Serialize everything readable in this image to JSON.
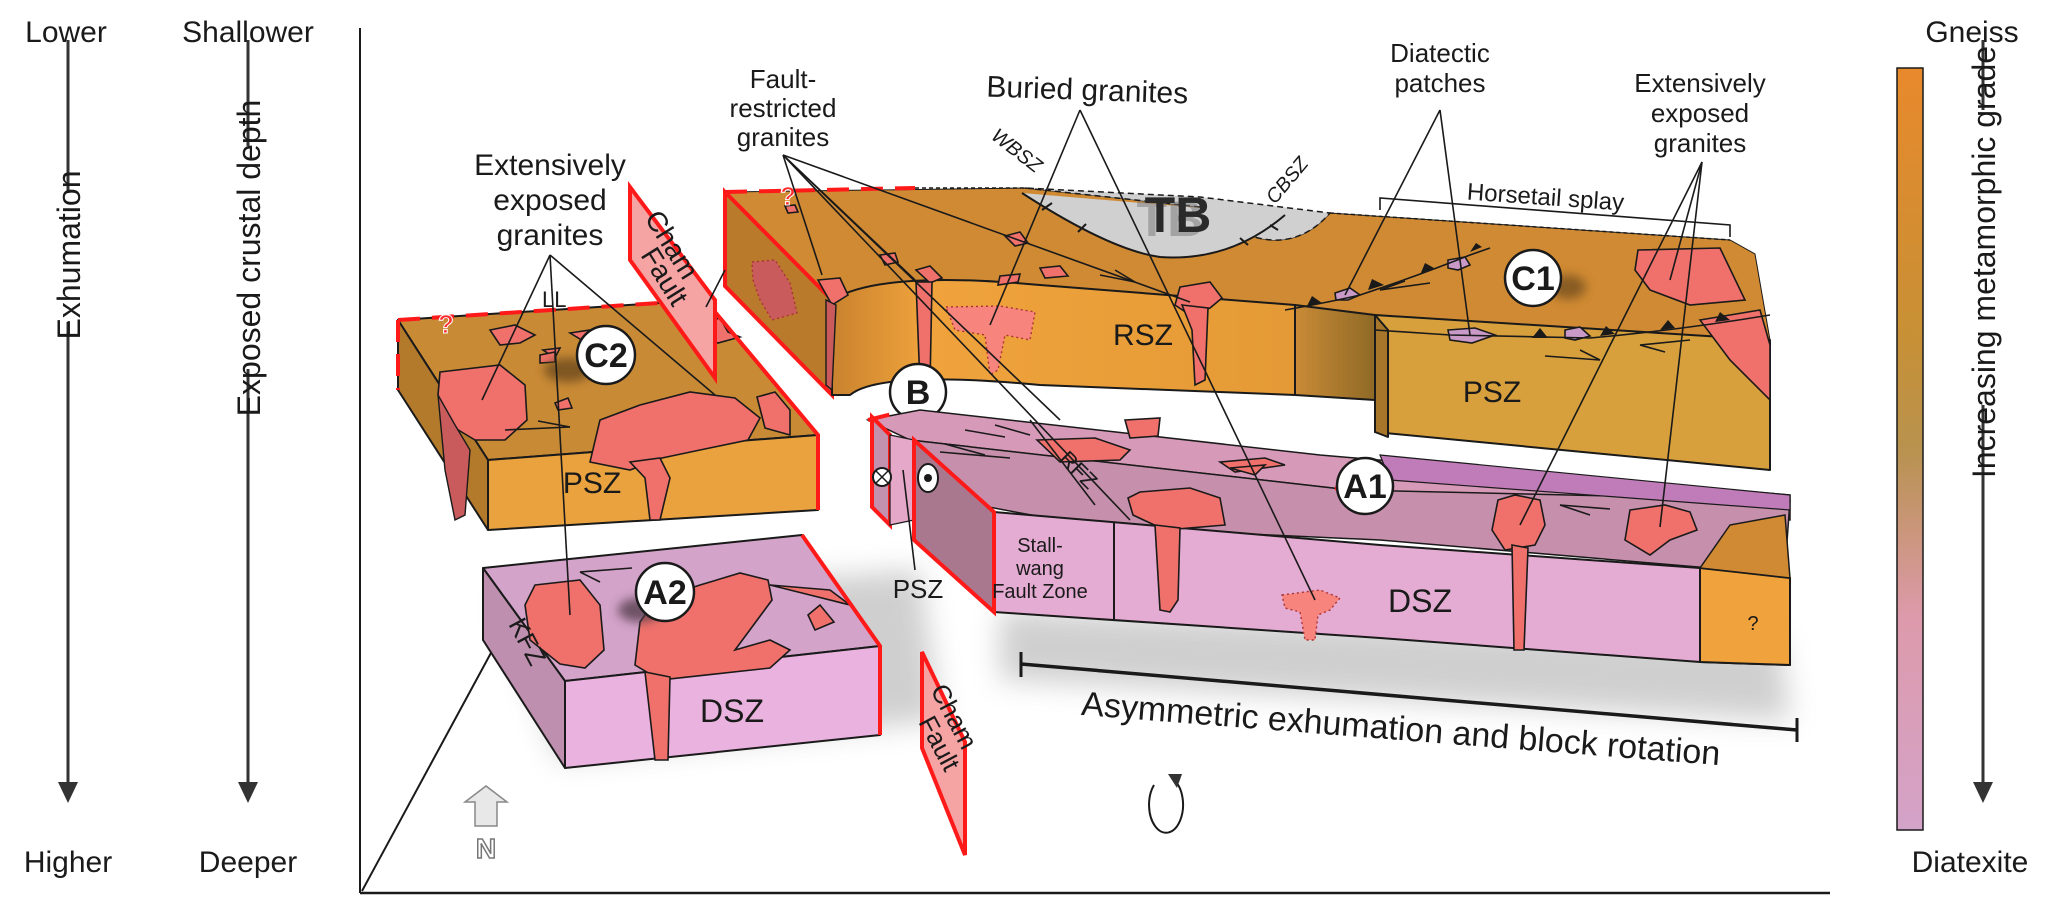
{
  "left_axes": {
    "exhumation": {
      "top": "Lower",
      "label": "Exhumation",
      "bottom": "Higher"
    },
    "depth": {
      "top": "Shallower",
      "label": "Exposed crustal depth",
      "bottom": "Deeper"
    }
  },
  "grade_bar": {
    "top": "Gneiss",
    "label": "Increasing metamorphic grade",
    "bottom": "Diatexite",
    "colors": {
      "top": "#e8892c",
      "upper_mid": "#c89035",
      "mid": "#b8924e",
      "lower_mid": "#dd9aab",
      "bottom": "#d4a3c9"
    }
  },
  "colors": {
    "gneiss_top": "#d08a33",
    "gneiss_front": "#f0a33c",
    "gneiss_dark": "#b97a2c",
    "pink_top": "#c690ad",
    "pink_front": "#e4acd2",
    "pink_dark": "#a9788f",
    "granite": "#f0716b",
    "fault": "#ff1a1a",
    "basin": "#d0d0d0"
  },
  "annotations": {
    "fault_restricted": [
      "Fault-",
      "restricted",
      "granites"
    ],
    "buried": "Buried granites",
    "diatectic": [
      "Diatectic",
      "patches"
    ],
    "ext_exposed_right": [
      "Extensively",
      "exposed",
      "granites"
    ],
    "ext_exposed_left": [
      "Extensively",
      "exposed",
      "granites"
    ],
    "horsetail": "Horsetail splay",
    "wbsz": "WBSZ",
    "cbsz": "CBSZ",
    "tb": "TB",
    "ll": "LL",
    "rfz": "RFZ",
    "kfz": "KFZ",
    "stallwang": [
      "Stall-",
      "wang",
      "Fault Zone"
    ],
    "psz_small": "PSZ",
    "asym": "Asymmetric exhumation and block rotation",
    "question": "?",
    "north": "N"
  },
  "blocks": {
    "c1": {
      "badge": "C1",
      "zone": "PSZ"
    },
    "c2": {
      "badge": "C2",
      "zone": "PSZ"
    },
    "b": {
      "badge": "B",
      "zone": "RSZ"
    },
    "a1": {
      "badge": "A1",
      "zone": "DSZ"
    },
    "a2": {
      "badge": "A2",
      "zone": "DSZ"
    }
  },
  "fault_planes": {
    "upper": [
      "Cham",
      "Fault"
    ],
    "lower": [
      "Cham",
      "Fault"
    ]
  }
}
